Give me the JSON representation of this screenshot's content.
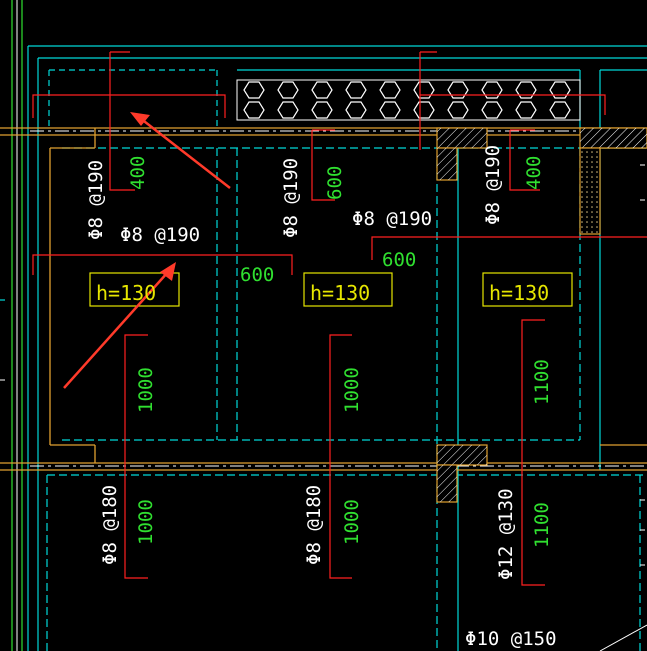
{
  "colors": {
    "background": "#000000",
    "wall": "#e0a030",
    "cyan_line": "#00d8d8",
    "rebar": "#ff2020",
    "dimension_text": "#30e030",
    "label_text": "#ffffff",
    "thickness_box": "#e6e600",
    "arrow": "#ff3a2a",
    "hatch": "#ffffff",
    "column_fill": "#c8b060"
  },
  "rebar_labels": {
    "a": "Φ8 @190",
    "b": "Φ8 @190",
    "c": "Φ8 @190",
    "d": "Φ8 @190",
    "e": "Φ8 @190",
    "f": "Φ8 @180",
    "g": "Φ8 @180",
    "h": "Φ12 @130",
    "i": "Φ10 @150"
  },
  "dimensions": {
    "a": "400",
    "b": "600",
    "c": "400",
    "d": "600",
    "e": "600",
    "f": "1000",
    "g": "1000",
    "h": "1100",
    "i": "1000",
    "j": "1000",
    "k": "1100"
  },
  "slab_thickness": {
    "a": "h=130",
    "b": "h=130",
    "c": "h=130"
  },
  "annotations": {
    "arrow_count": 2
  }
}
